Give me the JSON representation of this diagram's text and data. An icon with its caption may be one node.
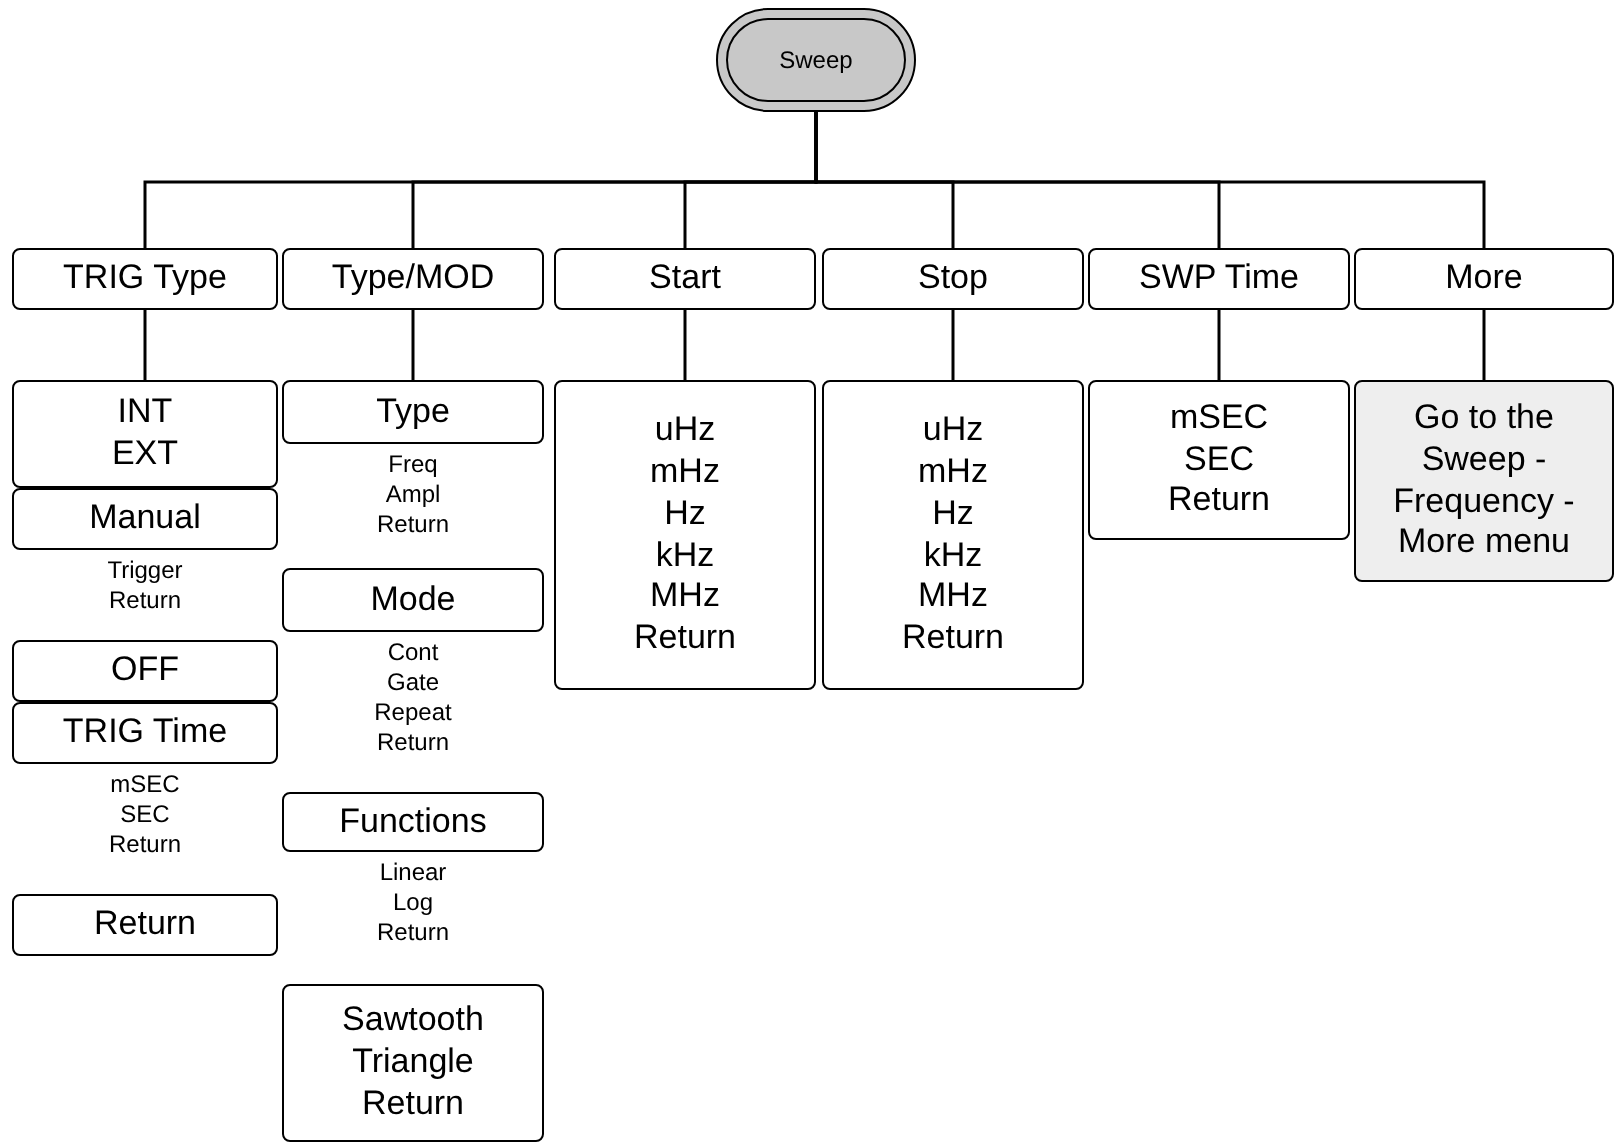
{
  "diagram": {
    "nodes": [
      {
        "text": [
          "Sweep"
        ]
      },
      {
        "text": [
          "TRIG Type"
        ]
      },
      {
        "text": [
          "Type/MOD"
        ]
      },
      {
        "text": [
          "Start"
        ]
      },
      {
        "text": [
          "Stop"
        ]
      },
      {
        "text": [
          "SWP Time"
        ]
      },
      {
        "text": [
          "More"
        ]
      },
      {
        "text": [
          "INT",
          "EXT"
        ]
      },
      {
        "text": [
          "Manual"
        ],
        "beside": [
          "Trigger",
          "Return"
        ]
      },
      {
        "text": [
          "OFF"
        ]
      },
      {
        "text": [
          "TRIG Time"
        ],
        "beside": [
          "mSEC",
          "SEC",
          "Return"
        ]
      },
      {
        "text": [
          "Return"
        ]
      },
      {
        "text": [
          "Type"
        ],
        "beside": [
          "Freq",
          "Ampl",
          "Return"
        ]
      },
      {
        "text": [
          "Mode"
        ],
        "beside": [
          "Cont",
          "Gate",
          "Repeat",
          "Return"
        ]
      },
      {
        "text": [
          "Functions"
        ],
        "beside": [
          "Linear",
          "Log",
          "Return"
        ]
      },
      {
        "text": [
          "Sawtooth",
          "Triangle",
          "Return"
        ]
      },
      {
        "text": [
          "uHz",
          "mHz",
          "Hz",
          "kHz",
          "MHz",
          "Return"
        ]
      },
      {
        "text": [
          "uHz",
          "mHz",
          "Hz",
          "kHz",
          "MHz",
          "Return"
        ]
      },
      {
        "text": [
          "mSEC",
          "SEC",
          "Return"
        ]
      },
      {
        "text": [
          "Go to the Sweep - Frequency - More menu"
        ]
      }
    ],
    "edges": [
      {
        "from": 0,
        "to": 1,
        "arrow": "none"
      },
      {
        "from": 0,
        "to": 2,
        "arrow": "none"
      },
      {
        "from": 0,
        "to": 3,
        "arrow": "none"
      },
      {
        "from": 0,
        "to": 4,
        "arrow": "none"
      },
      {
        "from": 0,
        "to": 5,
        "arrow": "none"
      },
      {
        "from": 0,
        "to": 6,
        "arrow": "none"
      },
      {
        "from": 1,
        "to": 7,
        "arrow": "none"
      },
      {
        "from": 2,
        "to": 12,
        "arrow": "none"
      },
      {
        "from": 3,
        "to": 16,
        "arrow": "none"
      },
      {
        "from": 4,
        "to": 17,
        "arrow": "none"
      },
      {
        "from": 5,
        "to": 18,
        "arrow": "none"
      },
      {
        "from": 6,
        "to": 19,
        "arrow": "none"
      }
    ]
  }
}
